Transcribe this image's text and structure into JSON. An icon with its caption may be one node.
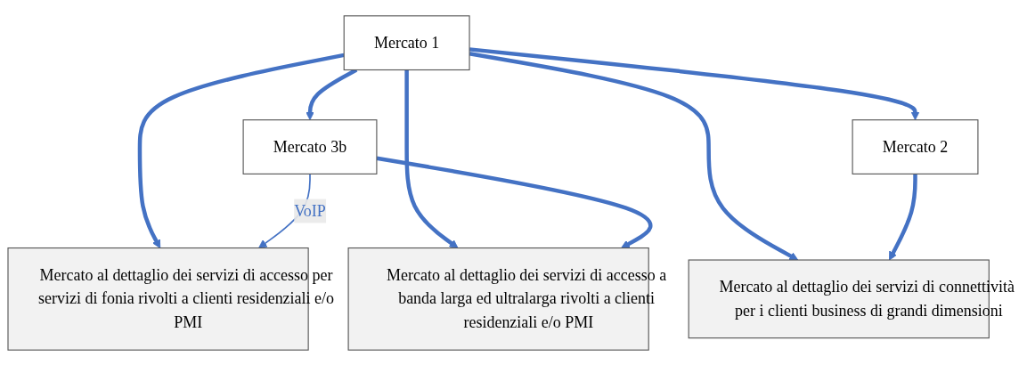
{
  "diagram": {
    "nodes": [
      {
        "text": [
          "Mercato 1"
        ]
      },
      {
        "text": [
          "Mercato 3b"
        ]
      },
      {
        "text": [
          "Mercato 2"
        ]
      },
      {
        "text": [
          "Mercato al dettaglio dei servizi di accesso per servizi di fonia rivolti a clienti residenziali e/o PMI"
        ]
      },
      {
        "text": [
          "Mercato al dettaglio dei servizi di accesso a banda larga ed ultralarga rivolti a clienti residenziali e/o PMI"
        ]
      },
      {
        "text": [
          "Mercato al dettaglio dei servizi di connettività per i clienti business di grandi dimensioni"
        ]
      }
    ],
    "edges": [
      {
        "from": 0,
        "to": 3,
        "arrow": "to"
      },
      {
        "from": 0,
        "to": 4,
        "arrow": "to"
      },
      {
        "from": 0,
        "to": 1,
        "arrow": "to"
      },
      {
        "from": 1,
        "to": 4,
        "arrow": "to"
      },
      {
        "from": 0,
        "to": 5,
        "arrow": "to"
      },
      {
        "from": 0,
        "to": 2,
        "arrow": "to"
      },
      {
        "from": 2,
        "to": 5,
        "arrow": "to"
      },
      {
        "from": 1,
        "to": 3,
        "arrow": "to",
        "label": "VoIP"
      }
    ]
  }
}
